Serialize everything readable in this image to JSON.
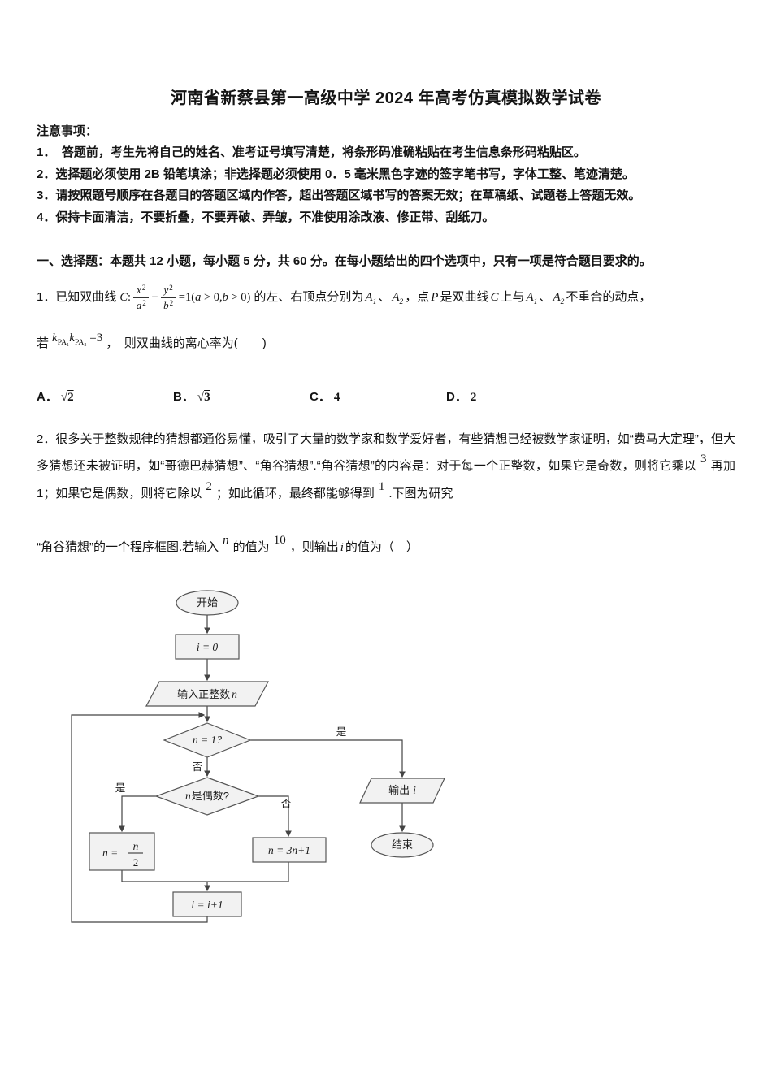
{
  "doc": {
    "title": "河南省新蔡县第一高级中学 2024 年高考仿真模拟数学试卷"
  },
  "notes": {
    "heading": "注意事项：",
    "items": [
      "1．　答题前，考生先将自己的姓名、准考证号填写清楚，将条形码准确粘贴在考生信息条形码粘贴区。",
      "2．选择题必须使用 2B 铅笔填涂；非选择题必须使用 0．5 毫米黑色字迹的签字笔书写，字体工整、笔迹清楚。",
      "3．请按照题号顺序在各题目的答题区域内作答，超出答题区域书写的答案无效；在草稿纸、试题卷上答题无效。",
      "4．保持卡面清洁，不要折叠，不要弄破、弄皱，不准使用涂改液、修正带、刮纸刀。"
    ]
  },
  "section1": {
    "heading": "一、选择题：本题共 12 小题，每小题 5 分，共 60 分。在每小题给出的四个选项中，只有一项是符合题目要求的。"
  },
  "q1": {
    "prefix": "1．已知双曲线",
    "f": {
      "C": "C",
      "colon": ":",
      "xnum": "x",
      "xexp": "2",
      "aden": "a",
      "aexp": "2",
      "minus": "−",
      "ynum": "y",
      "yexp": "2",
      "bden": "b",
      "bexp": "2",
      "eq": "=1(",
      "a": "a",
      "agt": "> 0,",
      "b": "b",
      "bgt": "> 0)"
    },
    "seg1": "的左、右顶点分别为",
    "A": "A",
    "one": "1",
    "two": "2",
    "dun": "、",
    "comma_point": "，点",
    "P": "P",
    "seg2": "是双曲线",
    "C": "C",
    "seg3": "上与",
    "seg4": "不重合的动点，",
    "if": "若",
    "k": "k",
    "kpa1": "PA₁",
    "kpa2": "PA₂",
    "eq3": "=3",
    "tail": "，　则双曲线的离心率为(　　)",
    "optA_label": "A．",
    "optA_rad": "√",
    "optA_val": "2",
    "optB_label": "B．",
    "optB_rad": "√",
    "optB_val": "3",
    "optC_label": "C．",
    "optC_val": "4",
    "optD_label": "D．",
    "optD_val": "2"
  },
  "q2": {
    "p1": "2．很多关于整数规律的猜想都通俗易懂，吸引了大量的数学家和数学爱好者，有些猜想已经被数学家证明，如“费马大定理”，但大多猜想还未被证明，如“哥德巴赫猜想”、“角谷猜想”.“角谷猜想”的内容是：对于每一个正整数，如果它是奇数，则将它乘以",
    "r1": "3",
    "p2": "再加 1；如果它是偶数，则将它除以",
    "r2": "2",
    "p3": "；如此循环，最终都能够得到",
    "r3": "1",
    "p4": ".下图为研究",
    "p5": "“角谷猜想”的一个程序框图.若输入",
    "rn": "n",
    "p6": "的值为",
    "r10": "10",
    "p7a": "，则输出",
    "ivar": "i",
    "p7b": "的值为（　）"
  },
  "flow": {
    "start": "开始",
    "init": "i = 0",
    "input_cn": "输入正整数",
    "input_var": "n",
    "d1": "n = 1?",
    "yes": "是",
    "no": "否",
    "d2_var": "n",
    "d2_cn": "是偶数?",
    "half_lhs": "n =",
    "half_num": "n",
    "half_den": "2",
    "triple": "n = 3n+1",
    "inc": "i = i+1",
    "out_cn": "输出",
    "out_var": "i",
    "end": "结束"
  }
}
